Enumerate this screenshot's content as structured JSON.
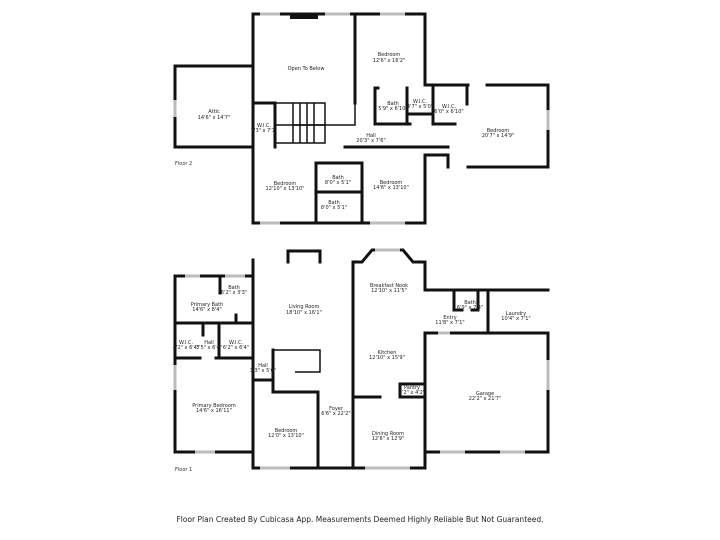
{
  "floor2": {
    "label": "Floor 2",
    "rooms": [
      {
        "name": "Open To Below",
        "dims": ""
      },
      {
        "name": "Bedroom",
        "dims": "12'6\" x 16'2\""
      },
      {
        "name": "Attic",
        "dims": "14'6\" x 14'7\""
      },
      {
        "name": "W.I.C.",
        "dims": "7'3\" x 7'7\""
      },
      {
        "name": "Bath",
        "dims": "5'9\" x 6'10\""
      },
      {
        "name": "W.I.C.",
        "dims": "4'7\" x 5'0\""
      },
      {
        "name": "W.I.C.",
        "dims": "6'0\" x 6'10\""
      },
      {
        "name": "Bedroom",
        "dims": "20'7\" x 14'9\""
      },
      {
        "name": "Hall",
        "dims": "20'3\" x 7'6\""
      },
      {
        "name": "Bedroom",
        "dims": "12'10\" x 13'10\""
      },
      {
        "name": "Bath",
        "dims": "8'0\" x 5'1\""
      },
      {
        "name": "Bedroom",
        "dims": "14'6\" x 13'10\""
      },
      {
        "name": "Bath",
        "dims": "8'0\" x 5'1\""
      }
    ]
  },
  "floor1": {
    "label": "Floor 1",
    "rooms": [
      {
        "name": "Living Room",
        "dims": "18'10\" x 16'1\""
      },
      {
        "name": "Bath",
        "dims": "6'2\" x 3'3\""
      },
      {
        "name": "Primary Bath",
        "dims": "14'6\" x 8'4\""
      },
      {
        "name": "W.I.C.",
        "dims": "4'2\" x 6'4\""
      },
      {
        "name": "Hall",
        "dims": "3'5\" x 6'4\""
      },
      {
        "name": "W.I.C.",
        "dims": "6'2\" x 6'4\""
      },
      {
        "name": "Hall",
        "dims": "3'3\" x 5'6\""
      },
      {
        "name": "Primary Bedroom",
        "dims": "14'6\" x 16'11\""
      },
      {
        "name": "Bedroom",
        "dims": "12'0\" x 13'10\""
      },
      {
        "name": "Foyer",
        "dims": "6'6\" x 22'2\""
      },
      {
        "name": "Breakfast Nook",
        "dims": "12'10\" x 11'5\""
      },
      {
        "name": "Kitchen",
        "dims": "12'10\" x 15'9\""
      },
      {
        "name": "Pantry",
        "dims": "4'2\" x 4'2\""
      },
      {
        "name": "Dining Room",
        "dims": "12'6\" x 12'9\""
      },
      {
        "name": "Entry",
        "dims": "11'8\" x 7'1\""
      },
      {
        "name": "Bath",
        "dims": "6'9\" x 7'3\""
      },
      {
        "name": "Laundry",
        "dims": "10'4\" x 7'1\""
      },
      {
        "name": "Garage",
        "dims": "22'2\" x 21'7\""
      }
    ]
  },
  "footer": "Floor Plan Created By Cubicasa App. Measurements Deemed Highly Reliable But Not Guaranteed."
}
